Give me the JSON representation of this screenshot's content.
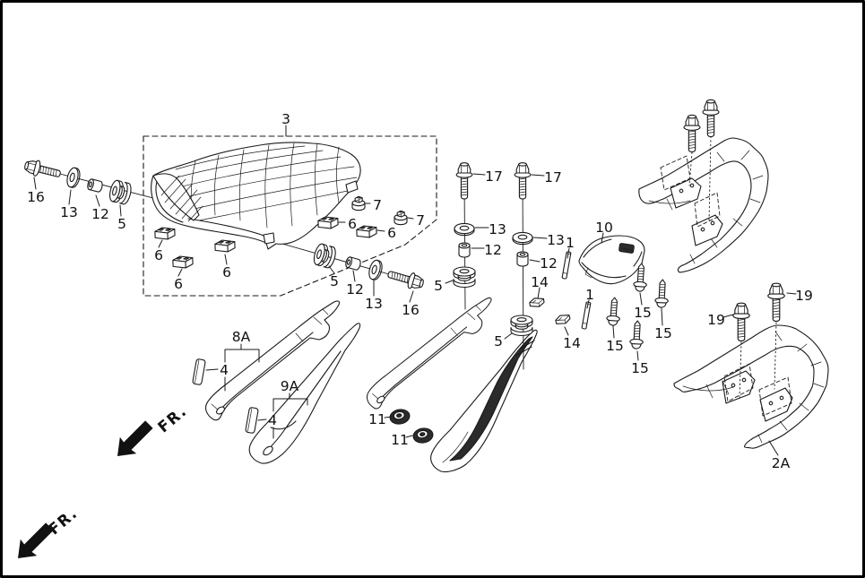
{
  "diagram": {
    "background": "#ffffff",
    "line_color": "#1a1a1a",
    "frame_color": "#000000",
    "dark_fill": "#2b2b2b",
    "direction_label": "FR.",
    "callouts": [
      {
        "part": "seat-assembly",
        "label": "3"
      },
      {
        "part": "front-mount-bolt",
        "label": "16"
      },
      {
        "part": "front-mount-washer",
        "label": "13"
      },
      {
        "part": "front-mount-collar",
        "label": "12"
      },
      {
        "part": "front-mount-grommet",
        "label": "5"
      },
      {
        "part": "seat-cushion-a",
        "label": "6"
      },
      {
        "part": "seat-cushion-b",
        "label": "6"
      },
      {
        "part": "seat-cushion-c",
        "label": "6"
      },
      {
        "part": "seat-cushion-d",
        "label": "6"
      },
      {
        "part": "seat-cushion-e",
        "label": "6"
      },
      {
        "part": "seat-nut-a",
        "label": "7"
      },
      {
        "part": "seat-nut-b",
        "label": "7"
      },
      {
        "part": "rear-mount-grommet",
        "label": "5"
      },
      {
        "part": "rear-mount-collar",
        "label": "12"
      },
      {
        "part": "rear-mount-washer",
        "label": "13"
      },
      {
        "part": "rear-mount-bolt",
        "label": "16"
      },
      {
        "part": "stack-a-bolt",
        "label": "17"
      },
      {
        "part": "stack-b-bolt",
        "label": "17"
      },
      {
        "part": "stack-a-washer",
        "label": "13"
      },
      {
        "part": "stack-a-collar",
        "label": "12"
      },
      {
        "part": "stack-a-grommet",
        "label": "5"
      },
      {
        "part": "stack-b-washer",
        "label": "13"
      },
      {
        "part": "stack-b-collar",
        "label": "12"
      },
      {
        "part": "stack-b-grommet",
        "label": "5"
      },
      {
        "part": "lock-pin-a",
        "label": "1"
      },
      {
        "part": "lock-pin-b",
        "label": "1"
      },
      {
        "part": "clip-a",
        "label": "14"
      },
      {
        "part": "clip-b",
        "label": "14"
      },
      {
        "part": "rear-center-cover",
        "label": "10"
      },
      {
        "part": "cover-screw-a",
        "label": "15"
      },
      {
        "part": "cover-screw-b",
        "label": "15"
      },
      {
        "part": "cover-screw-c",
        "label": "15"
      },
      {
        "part": "cover-screw-d",
        "label": "15"
      },
      {
        "part": "carrier-bolt-a",
        "label": "19"
      },
      {
        "part": "carrier-bolt-b",
        "label": "19"
      },
      {
        "part": "rear-carrier",
        "label": "2A"
      },
      {
        "part": "left-rail-assembly",
        "label": "8A"
      },
      {
        "part": "rail-strip-a",
        "label": "4"
      },
      {
        "part": "left-cover-assembly",
        "label": "9A"
      },
      {
        "part": "rail-strip-b",
        "label": "4"
      },
      {
        "part": "rail-grommet-a",
        "label": "11"
      },
      {
        "part": "rail-grommet-b",
        "label": "11"
      },
      {
        "part": "fr-arrow-a",
        "label": "FR."
      },
      {
        "part": "fr-arrow-b",
        "label": "FR."
      }
    ]
  }
}
